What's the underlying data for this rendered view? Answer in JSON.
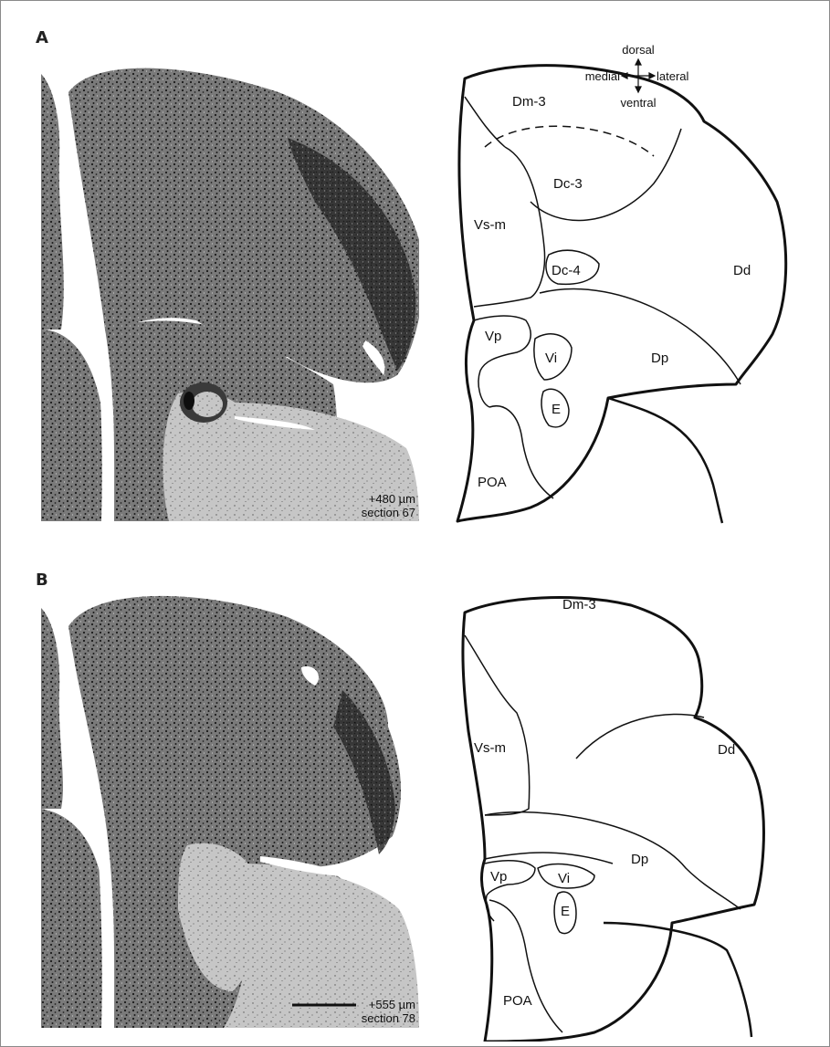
{
  "panels": [
    {
      "letter": "A",
      "caption_line1": "+480 µm",
      "caption_line2": "section 67",
      "regions": {
        "dm3": "Dm-3",
        "dc3": "Dc-3",
        "vsm": "Vs-m",
        "dc4": "Dc-4",
        "dd": "Dd",
        "vp": "Vp",
        "vi": "Vi",
        "dp": "Dp",
        "e": "E",
        "poa": "POA"
      }
    },
    {
      "letter": "B",
      "caption_line1": "+555 µm",
      "caption_line2": "section 78",
      "regions": {
        "dm3": "Dm-3",
        "vsm": "Vs-m",
        "dd": "Dd",
        "dp": "Dp",
        "vp": "Vp",
        "vi": "Vi",
        "e": "E",
        "poa": "POA"
      }
    }
  ],
  "compass": {
    "dorsal": "dorsal",
    "ventral": "ventral",
    "medial": "medial",
    "lateral": "lateral"
  },
  "colors": {
    "stain_dark": "#1e1e1e",
    "stain_mid": "#6e6e6e",
    "stain_light": "#c8c8c8",
    "outline": "#111111"
  }
}
